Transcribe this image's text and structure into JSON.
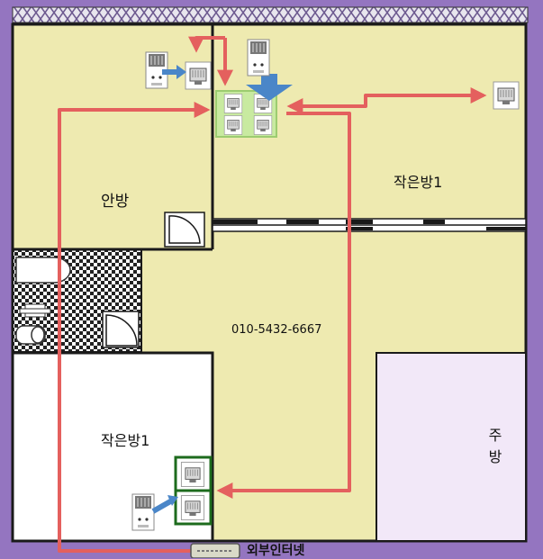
{
  "rooms": {
    "master_bedroom": "안방",
    "small_room_top": "작은방1",
    "small_room_bottom": "작은방1",
    "kitchen": "주방"
  },
  "phone_number": "010-5432-6667",
  "external_internet": "외부인터넷",
  "colors": {
    "border": "#9475c0",
    "floor": "#eeeab0",
    "wall": "#1a1a1a",
    "kitchen_floor": "#f2e8f8",
    "room_white": "#ffffff",
    "cable_arrow": "#e4605e",
    "direction_arrow": "#4a86c8",
    "hub_outline": "#b6e080",
    "jack_outline": "#1d6b1d"
  },
  "icons": [
    "lan-jack-icon",
    "wall-socket-icon",
    "network-hub-icon",
    "door-swing-icon",
    "bathtub-icon",
    "toilet-icon",
    "sink-icon",
    "router-icon"
  ]
}
